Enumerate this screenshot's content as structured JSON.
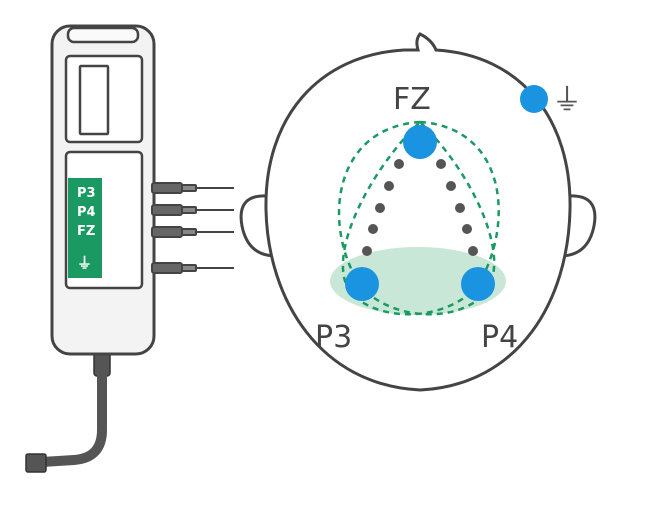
{
  "device": {
    "channel_labels": [
      "P3",
      "P4",
      "FZ"
    ],
    "ground_symbol": "⏚",
    "panel_color": "#1a9a62"
  },
  "head": {
    "electrodes": [
      {
        "label": "FZ"
      },
      {
        "label": "P3"
      },
      {
        "label": "P4"
      }
    ],
    "ground_symbol": "⏚",
    "electrode_color": "#1a94e0",
    "dashed_color": "#1a9a62",
    "region_color": "#bfe3cf",
    "dot_color": "#555555"
  }
}
